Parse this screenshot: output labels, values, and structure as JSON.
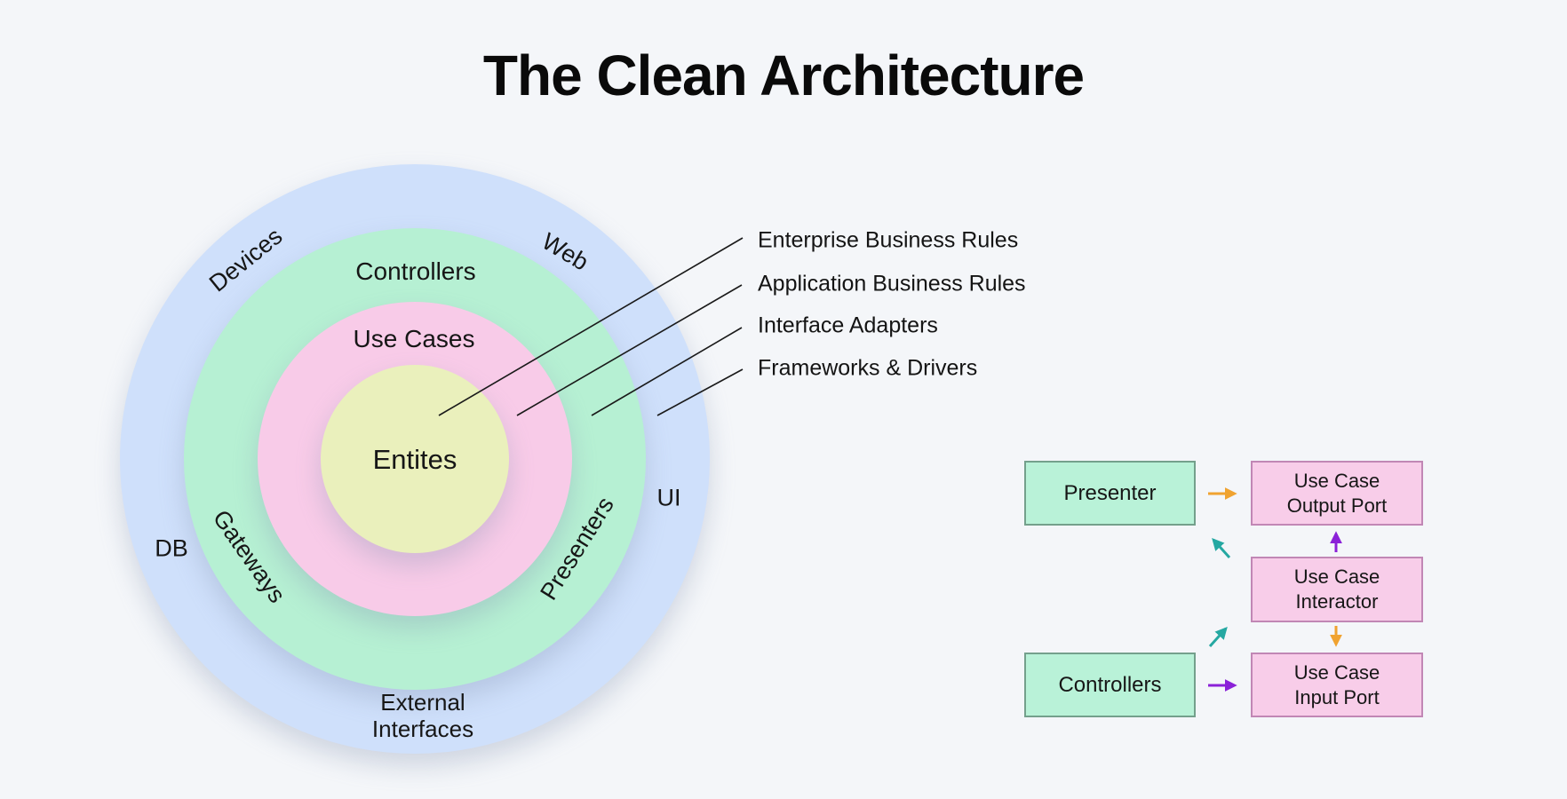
{
  "title": "The Clean Architecture",
  "colors": {
    "background": "#f4f6f9",
    "ring_blue": "#cfe0fb",
    "ring_green": "#b6f0d3",
    "ring_pink": "#f8cbe8",
    "ring_yellow": "#eaf0bc",
    "box_green_fill": "#b9f2d8",
    "box_green_border": "#74a08c",
    "box_pink_fill": "#f8cde9",
    "box_pink_border": "#c187b5",
    "arrow_orange": "#f0a330",
    "arrow_purple": "#8b21d8",
    "arrow_teal": "#25a8a2",
    "pointer_line": "#1a1a1a"
  },
  "rings": {
    "outer": {
      "devices": "Devices",
      "web": "Web",
      "db": "DB",
      "ui": "UI",
      "external_line1": "External",
      "external_line2": "Interfaces"
    },
    "adapters": {
      "controllers": "Controllers",
      "gateways": "Gateways",
      "presenters": "Presenters"
    },
    "use_cases": "Use Cases",
    "entities": "Entites"
  },
  "legend": {
    "items": [
      {
        "label": "Enterprise Business Rules"
      },
      {
        "label": "Application Business Rules"
      },
      {
        "label": "Interface Adapters"
      },
      {
        "label": "Frameworks & Drivers"
      }
    ]
  },
  "flow": {
    "presenter": "Presenter",
    "controllers": "Controllers",
    "output_port_line1": "Use Case",
    "output_port_line2": "Output Port",
    "interactor_line1": "Use Case",
    "interactor_line2": "Interactor",
    "input_port_line1": "Use Case",
    "input_port_line2": "Input Port"
  }
}
